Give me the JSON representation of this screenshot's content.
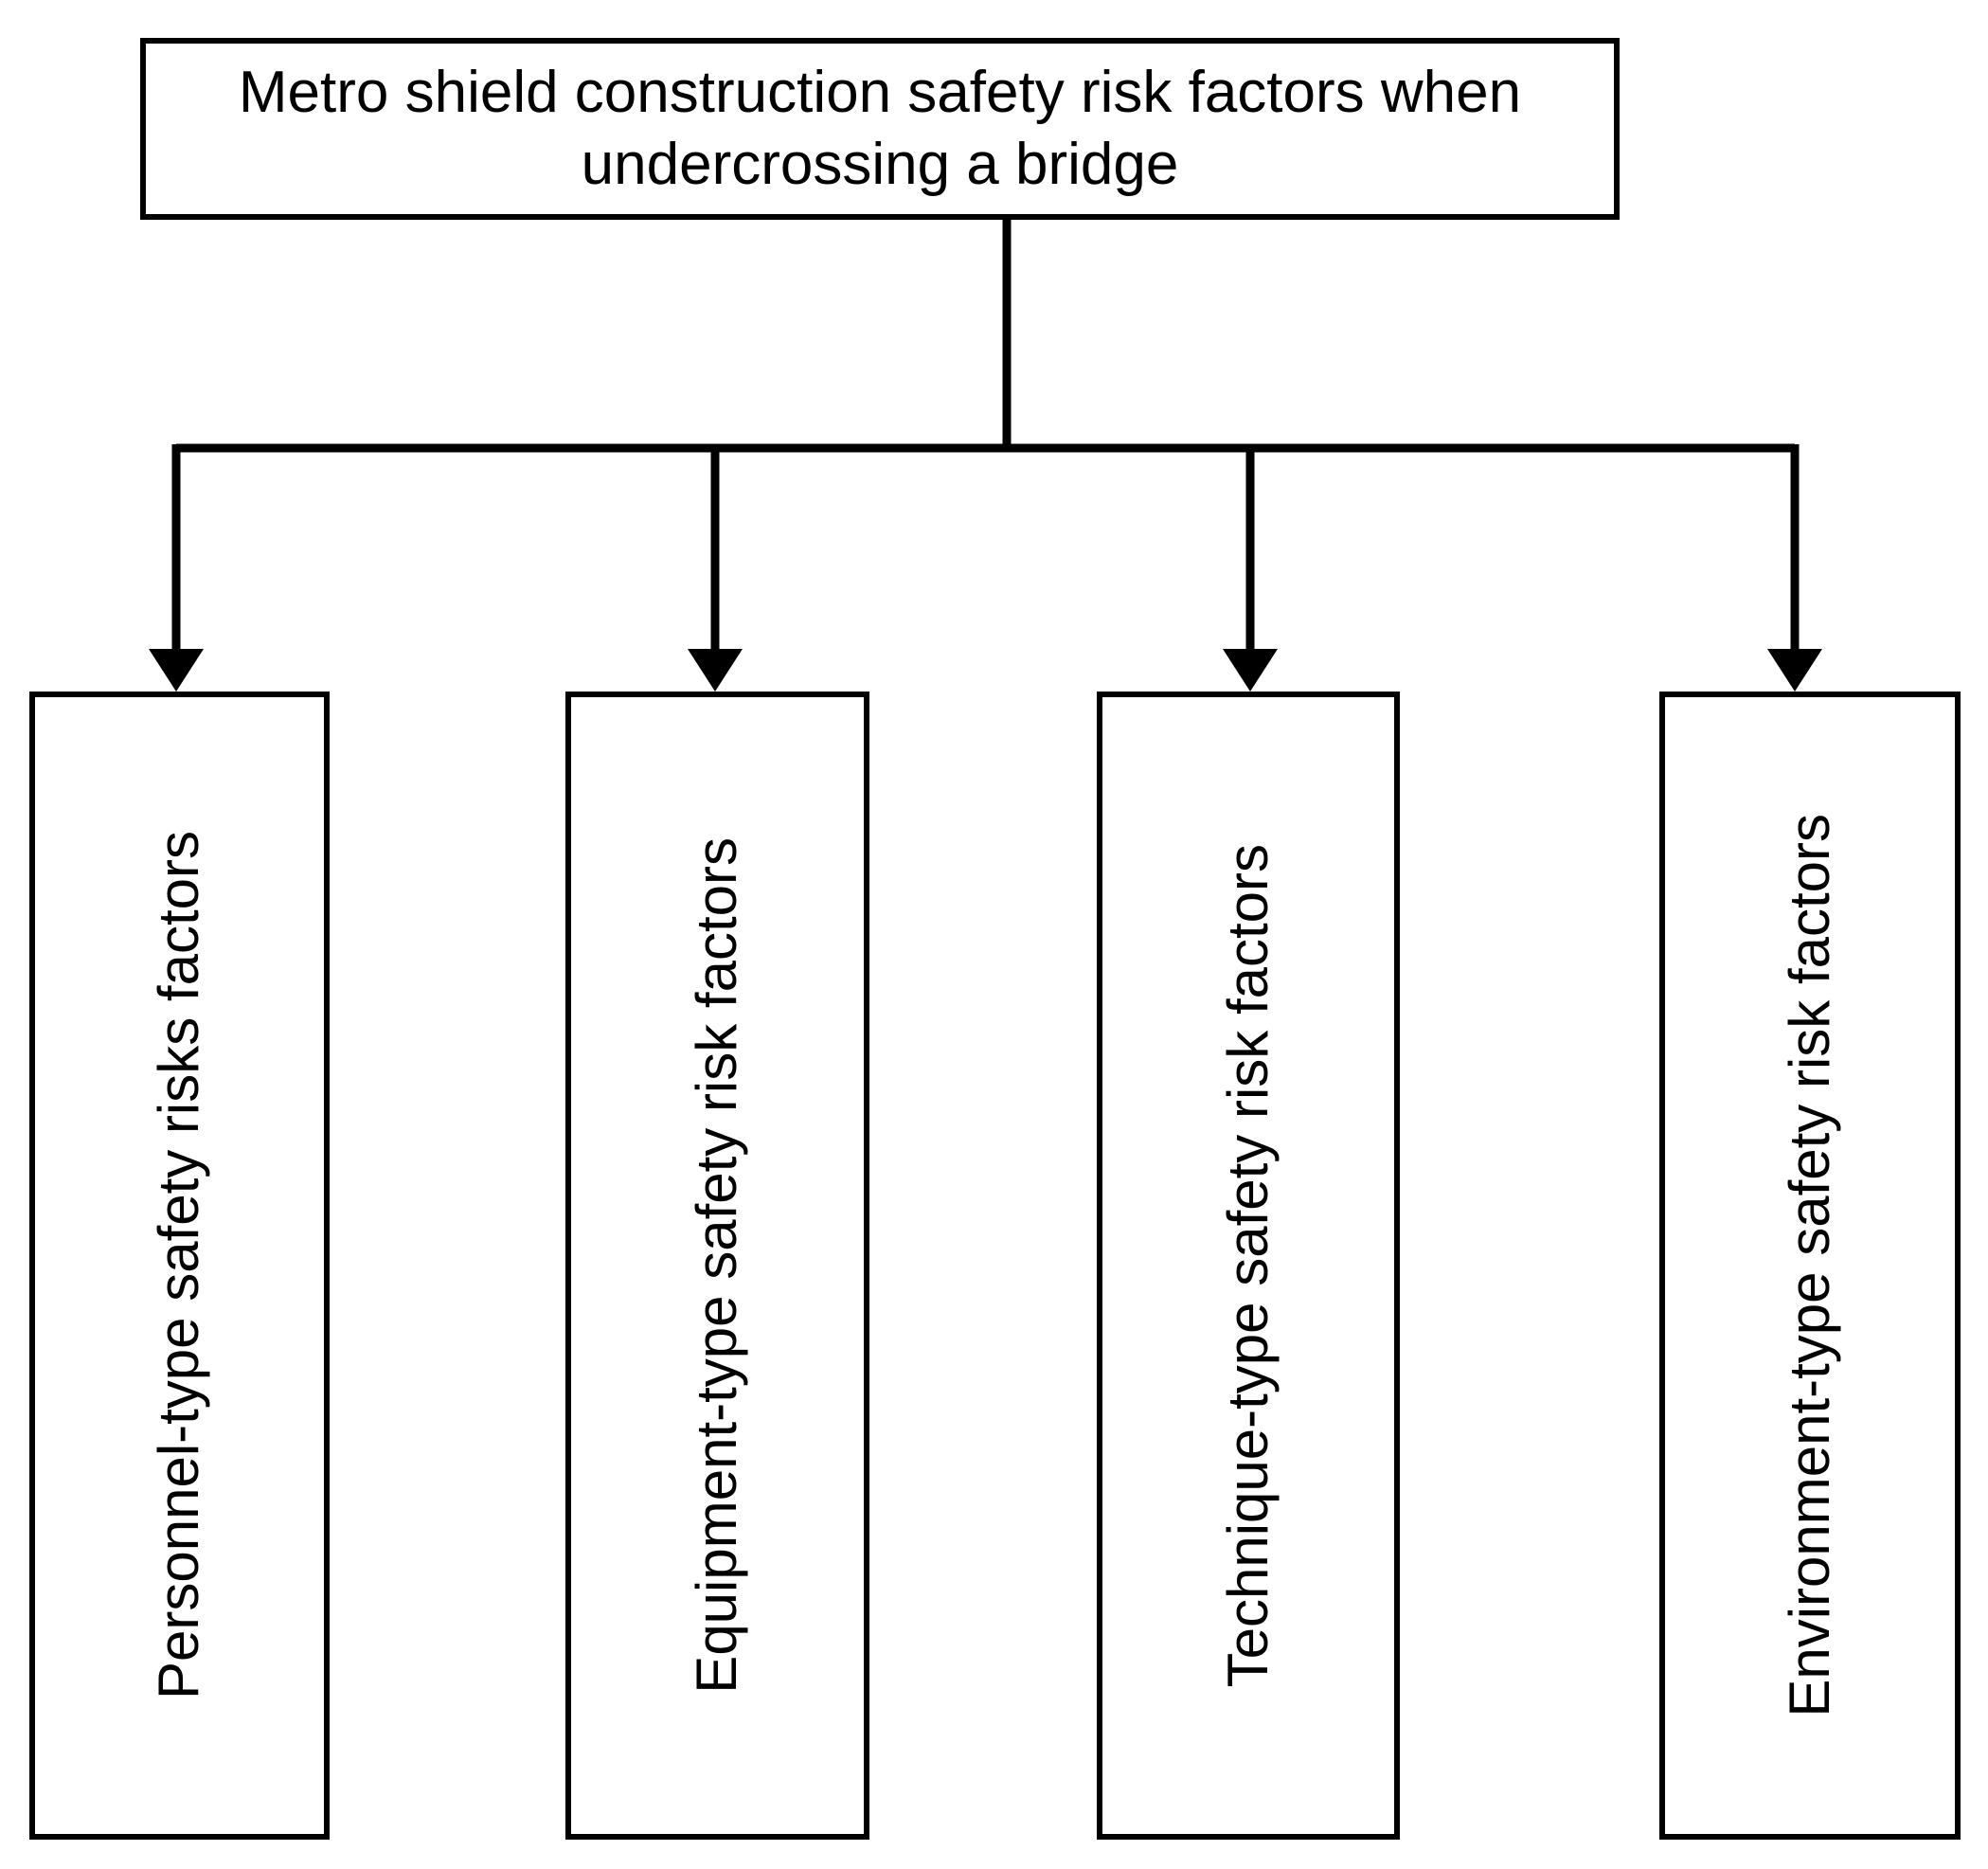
{
  "diagram": {
    "type": "hierarchy-tree",
    "orientation": "top-down",
    "root": {
      "label": "Metro shield construction safety risk factors when undercrossing a bridge",
      "line1": "Metro shield construction safety risk factors",
      "line2": "when undercrossing a bridge"
    },
    "children": [
      {
        "id": "personnel",
        "label": "Personnel-type safety risks factors",
        "line1": "Personnel-type",
        "line2": "safety risks factors",
        "text_orientation": "vertical"
      },
      {
        "id": "equipment",
        "label": "Equipment-type safety risk factors",
        "line1": "Equipment-type",
        "line2": "safety risk factors",
        "text_orientation": "vertical"
      },
      {
        "id": "technique",
        "label": "Technique-type safety risk factors",
        "line1": "Technique-type",
        "line2": "safety risk factors",
        "text_orientation": "vertical"
      },
      {
        "id": "environment",
        "label": "Environment-type safety risk factors",
        "line1": "Environment-type",
        "line2": "safety risk factors",
        "text_orientation": "vertical"
      }
    ],
    "colors": {
      "stroke": "#000000",
      "fill": "#ffffff",
      "text": "#000000"
    },
    "connector_style": "elbow-with-arrowheads",
    "arrow_count": 4
  }
}
